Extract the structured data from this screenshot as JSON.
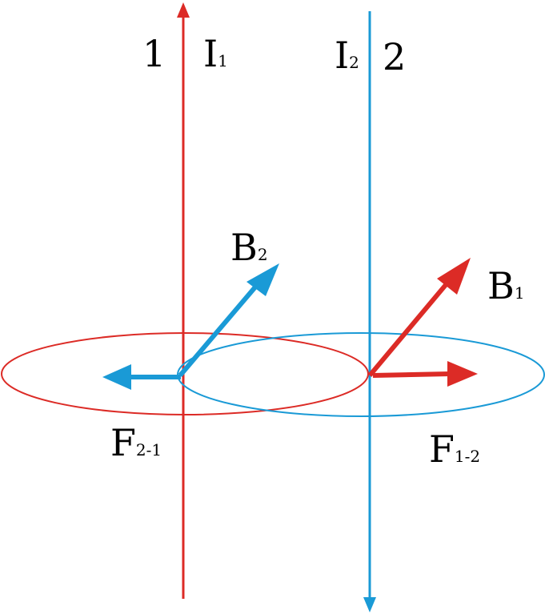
{
  "colors": {
    "wire1": "#dc2b26",
    "wire2": "#1a9ad6",
    "text": "#000000",
    "background": "#ffffff"
  },
  "labels": {
    "wire1_number": "1",
    "wire2_number": "2",
    "current1": {
      "main": "I",
      "sub": "1"
    },
    "current2": {
      "main": "I",
      "sub": "2"
    },
    "field1": {
      "main": "B",
      "sub": "1"
    },
    "field2": {
      "main": "B",
      "sub": "2"
    },
    "force12": {
      "main": "F",
      "sub": "1-2"
    },
    "force21": {
      "main": "F",
      "sub": "2-1"
    }
  }
}
